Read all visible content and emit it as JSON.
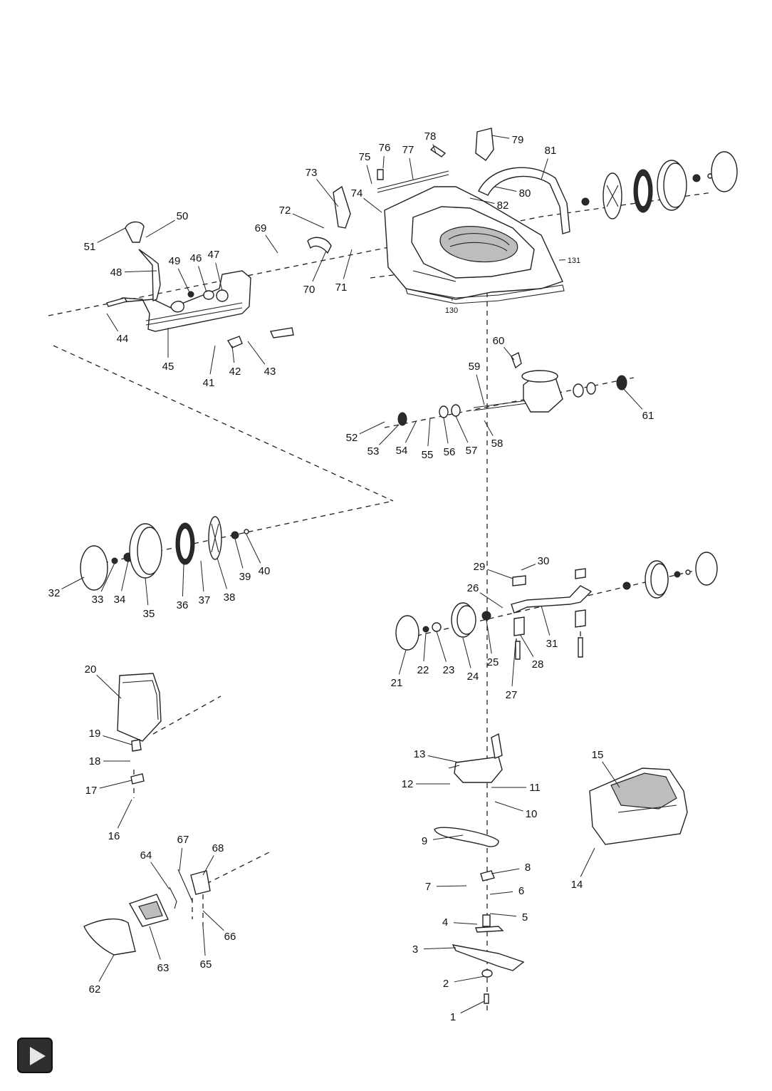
{
  "callouts": [
    {
      "n": "1"
    },
    {
      "n": "2"
    },
    {
      "n": "3"
    },
    {
      "n": "4"
    },
    {
      "n": "5"
    },
    {
      "n": "6"
    },
    {
      "n": "7"
    },
    {
      "n": "8"
    },
    {
      "n": "9"
    },
    {
      "n": "10"
    },
    {
      "n": "11"
    },
    {
      "n": "12"
    },
    {
      "n": "13"
    },
    {
      "n": "14"
    },
    {
      "n": "15"
    },
    {
      "n": "16"
    },
    {
      "n": "17"
    },
    {
      "n": "18"
    },
    {
      "n": "19"
    },
    {
      "n": "20"
    },
    {
      "n": "21"
    },
    {
      "n": "22"
    },
    {
      "n": "23"
    },
    {
      "n": "24"
    },
    {
      "n": "25"
    },
    {
      "n": "26"
    },
    {
      "n": "27"
    },
    {
      "n": "28"
    },
    {
      "n": "29"
    },
    {
      "n": "30"
    },
    {
      "n": "31"
    },
    {
      "n": "32"
    },
    {
      "n": "33"
    },
    {
      "n": "34"
    },
    {
      "n": "35"
    },
    {
      "n": "36"
    },
    {
      "n": "37"
    },
    {
      "n": "38"
    },
    {
      "n": "39"
    },
    {
      "n": "40"
    },
    {
      "n": "41"
    },
    {
      "n": "42"
    },
    {
      "n": "43"
    },
    {
      "n": "44"
    },
    {
      "n": "45"
    },
    {
      "n": "46"
    },
    {
      "n": "47"
    },
    {
      "n": "48"
    },
    {
      "n": "49"
    },
    {
      "n": "50"
    },
    {
      "n": "51"
    },
    {
      "n": "52"
    },
    {
      "n": "53"
    },
    {
      "n": "54"
    },
    {
      "n": "55"
    },
    {
      "n": "56"
    },
    {
      "n": "57"
    },
    {
      "n": "58"
    },
    {
      "n": "59"
    },
    {
      "n": "60"
    },
    {
      "n": "61"
    },
    {
      "n": "62"
    },
    {
      "n": "63"
    },
    {
      "n": "64"
    },
    {
      "n": "65"
    },
    {
      "n": "66"
    },
    {
      "n": "67"
    },
    {
      "n": "68"
    },
    {
      "n": "69"
    },
    {
      "n": "70"
    },
    {
      "n": "71"
    },
    {
      "n": "72"
    },
    {
      "n": "73"
    },
    {
      "n": "74"
    },
    {
      "n": "75"
    },
    {
      "n": "76"
    },
    {
      "n": "77"
    },
    {
      "n": "78"
    },
    {
      "n": "79"
    },
    {
      "n": "80"
    },
    {
      "n": "81"
    },
    {
      "n": "82"
    },
    {
      "n": "130"
    },
    {
      "n": "131"
    }
  ],
  "play_button": {
    "icon": "play-icon"
  }
}
